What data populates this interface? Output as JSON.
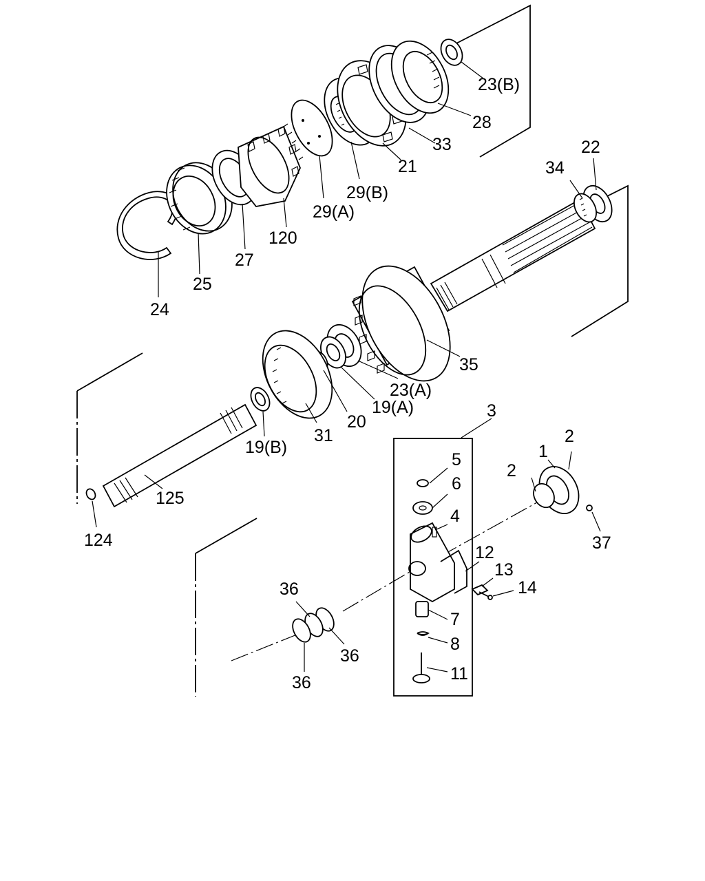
{
  "diagram": {
    "labels": {
      "p1": "1",
      "p2a": "2",
      "p2b": "2",
      "p3": "3",
      "p4": "4",
      "p5": "5",
      "p6": "6",
      "p7": "7",
      "p8": "8",
      "p11": "11",
      "p12": "12",
      "p13": "13",
      "p14": "14",
      "p19a": "19(A)",
      "p19b": "19(B)",
      "p20": "20",
      "p21": "21",
      "p22": "22",
      "p23a": "23(A)",
      "p23b": "23(B)",
      "p24": "24",
      "p25": "25",
      "p27": "27",
      "p28": "28",
      "p29a": "29(A)",
      "p29b": "29(B)",
      "p31": "31",
      "p33": "33",
      "p34": "34",
      "p35": "35",
      "p36a": "36",
      "p36b": "36",
      "p36c": "36",
      "p37": "37",
      "p120": "120",
      "p124": "124",
      "p125": "125"
    }
  }
}
